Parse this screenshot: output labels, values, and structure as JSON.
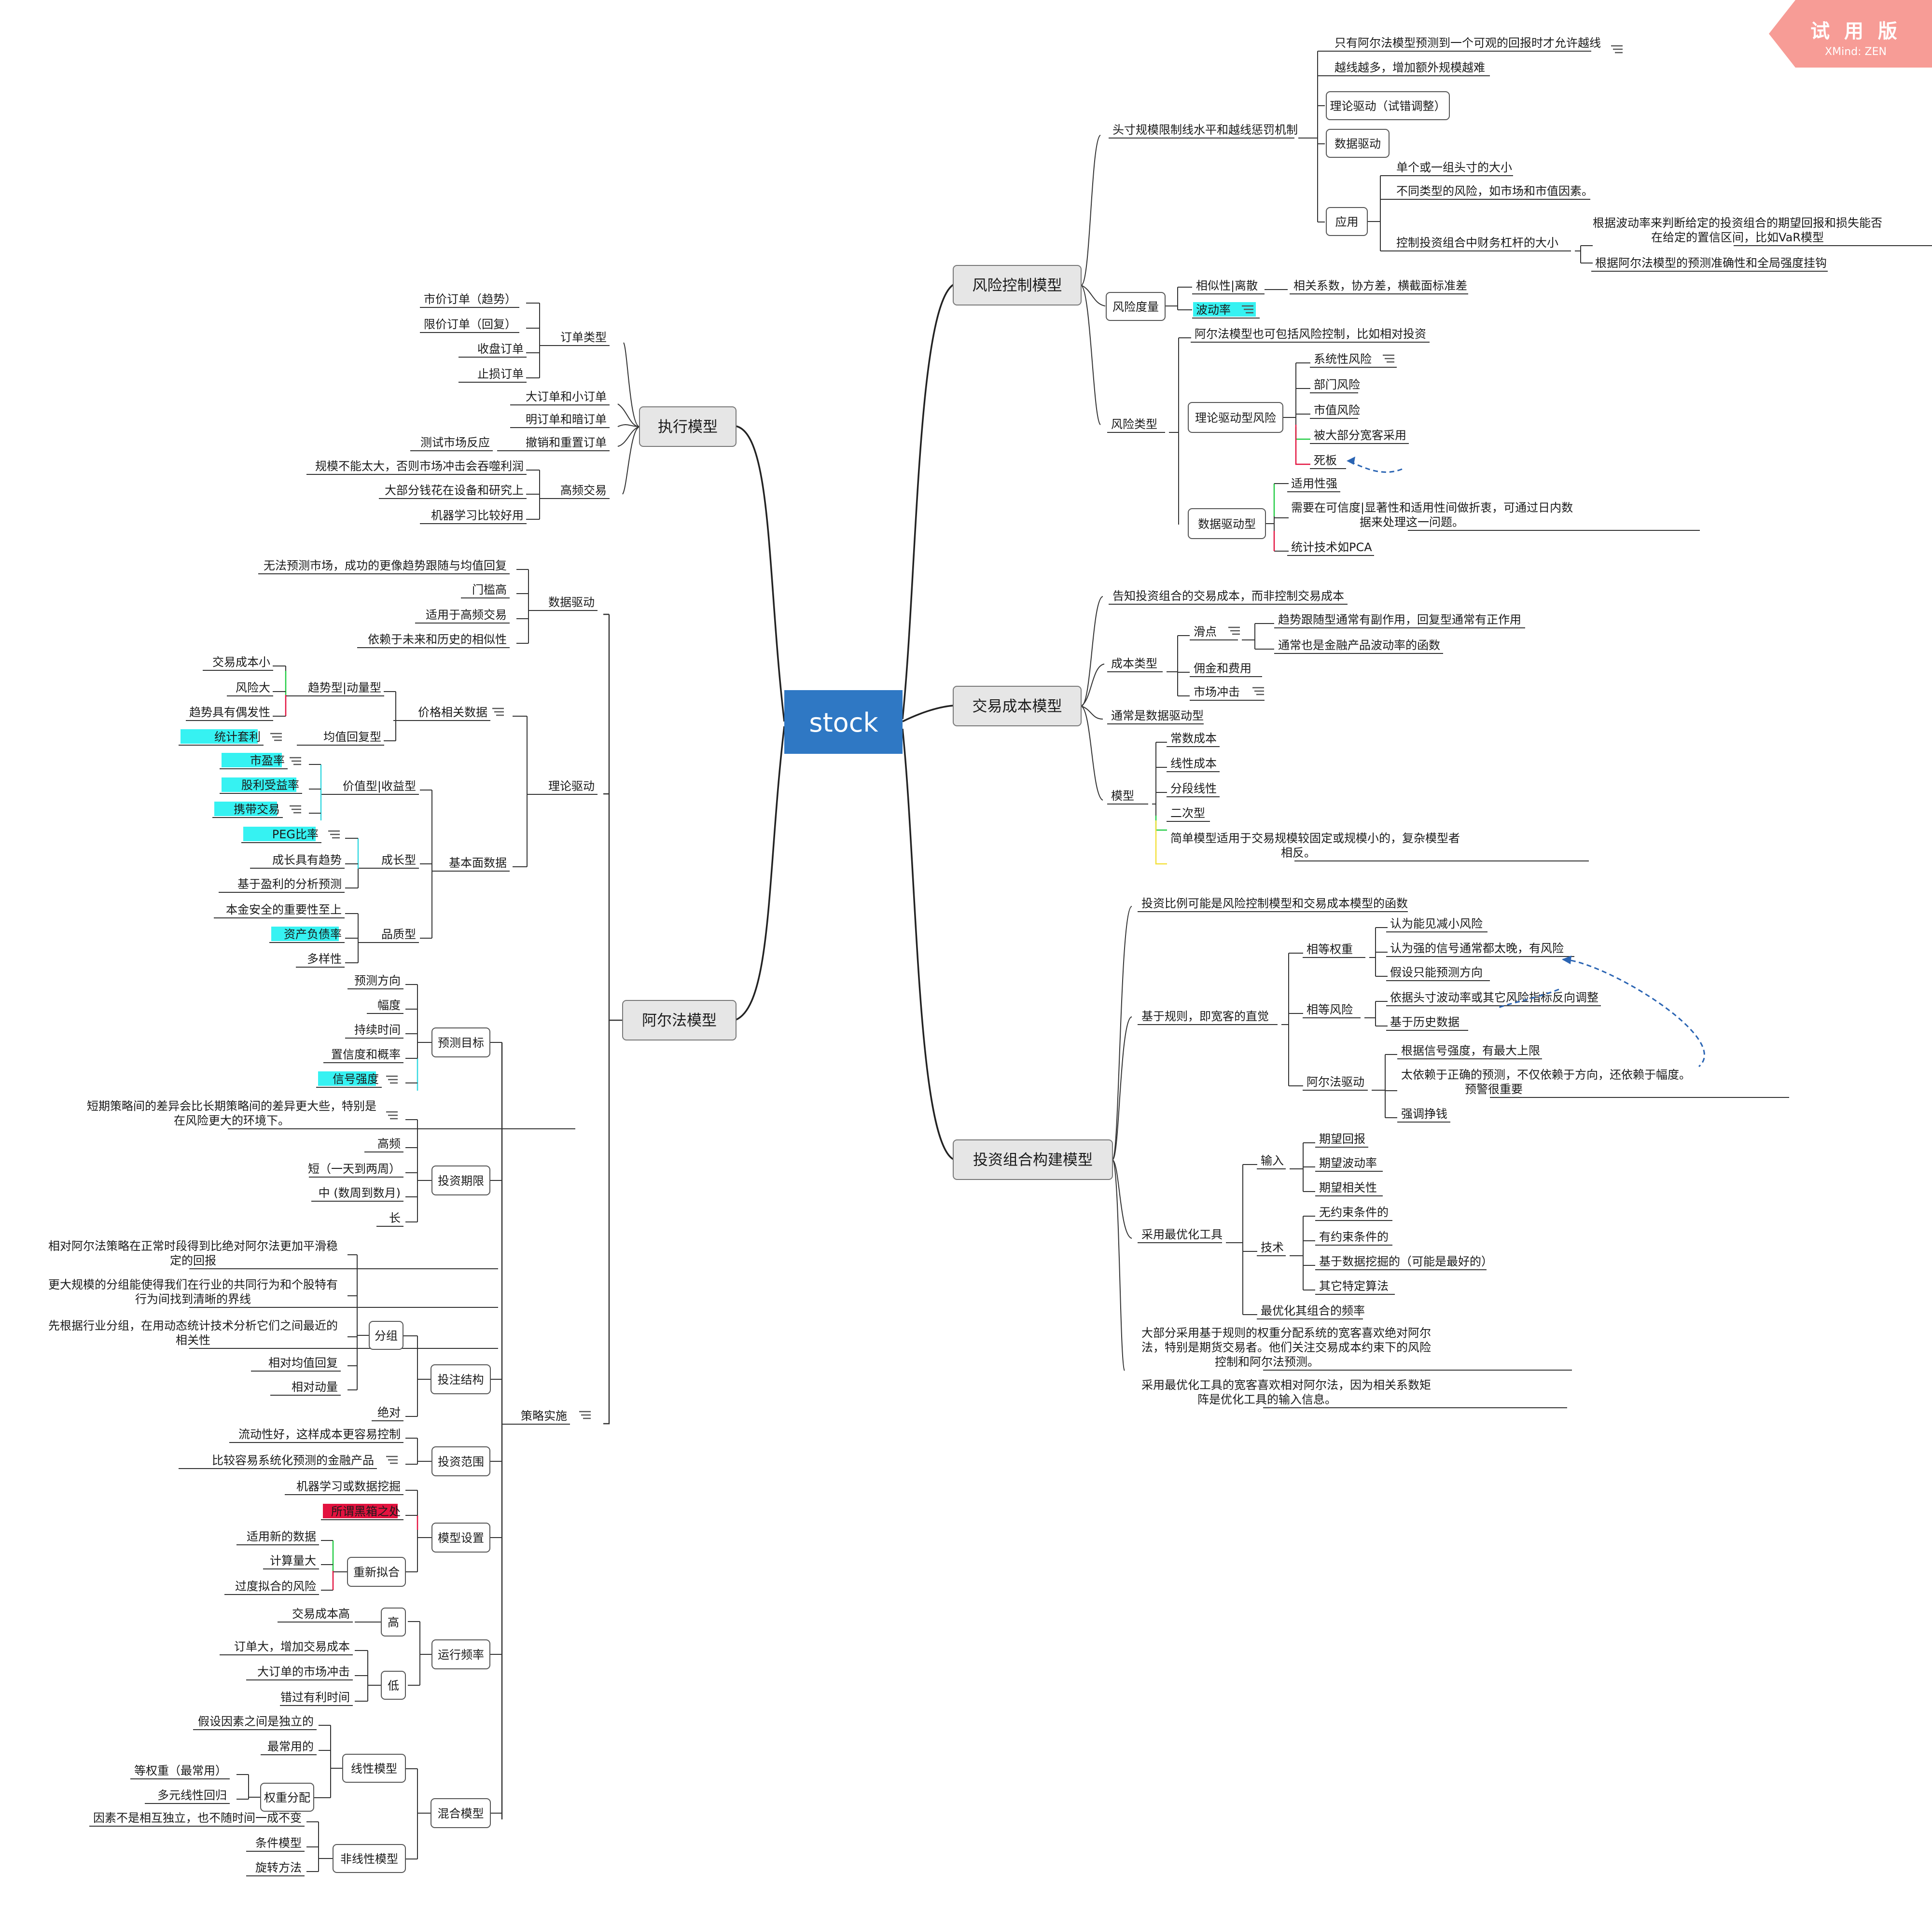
{
  "watermark": {
    "title": "试 用 版",
    "subtitle": "XMind: ZEN"
  },
  "colors": {
    "root": "#2f78c4",
    "highlight": "#36f2f2",
    "alert": "#e3123f",
    "branch": "#e6e6e6"
  },
  "nodes": {
    "root": "stock",
    "risk": "风险控制模型",
    "risk_limit": "头寸规模限制线水平和越线惩罚机制",
    "risk_limit_1": "只有阿尔法模型预测到一个可观的回报时才允许越线",
    "risk_limit_2": "越线越多，增加额外规模越难",
    "risk_limit_3": "理论驱动（试错调整）",
    "risk_limit_4": "数据驱动",
    "risk_apply": "应用",
    "risk_apply_1": "单个或一组头寸的大小",
    "risk_apply_2": "不同类型的风险，如市场和市值因素。",
    "risk_apply_3": "控制投资组合中财务杠杆的大小",
    "risk_apply_3a1": "根据波动率来判断给定的投资组合的期望回报和损失能否",
    "risk_apply_3a2": "在给定的置信区间，比如VaR模型",
    "risk_apply_3b": "根据阿尔法模型的预测准确性和全局强度挂钩",
    "risk_measure": "风险度量",
    "risk_measure_1": "相似性|离散",
    "risk_measure_1a": "相关系数，协方差，横截面标准差",
    "risk_measure_2": "波动率",
    "risk_type": "风险类型",
    "risk_type_0": "阿尔法模型也可包括风险控制，比如相对投资",
    "risk_theory": "理论驱动型风险",
    "risk_theory_1": "系统性风险",
    "risk_theory_2": "部门风险",
    "risk_theory_3": "市值风险",
    "risk_theory_4": "被大部分宽客采用",
    "risk_theory_5": "死板",
    "risk_data": "数据驱动型",
    "risk_data_1": "适用性强",
    "risk_data_2a": "需要在可信度|显著性和适用性间做折衷，可通过日内数",
    "risk_data_2b": "据来处理这一问题。",
    "risk_data_3": "统计技术如PCA",
    "tc": "交易成本模型",
    "tc_1": "告知投资组合的交易成本，而非控制交易成本",
    "tc_type": "成本类型",
    "tc_slip": "滑点",
    "tc_slip_1": "趋势跟随型通常有副作用，回复型通常有正作用",
    "tc_slip_2": "通常也是金融产品波动率的函数",
    "tc_fee": "佣金和费用",
    "tc_impact": "市场冲击",
    "tc_data": "通常是数据驱动型",
    "tc_model": "模型",
    "tc_model_1": "常数成本",
    "tc_model_2": "线性成本",
    "tc_model_3": "分段线性",
    "tc_model_4": "二次型",
    "tc_model_5a": "简单模型适用于交易规模较固定或规模小的，复杂模型者",
    "tc_model_5b": "相反。",
    "pc": "投资组合构建模型",
    "pc_1": "投资比例可能是风险控制模型和交易成本模型的函数",
    "pc_rule": "基于规则，即宽客的直觉",
    "pc_eqw": "相等权重",
    "pc_eqw_1": "认为能见减小风险",
    "pc_eqw_2": "认为强的信号通常都太晚，有风险",
    "pc_eqw_3": "假设只能预测方向",
    "pc_eqr": "相等风险",
    "pc_eqr_1": "依据头寸波动率或其它风险指标反向调整",
    "pc_eqr_2": "基于历史数据",
    "pc_alpha": "阿尔法驱动",
    "pc_alpha_1": "根据信号强度，有最大上限",
    "pc_alpha_2a": "太依赖于正确的预测，不仅依赖于方向，还依赖于幅度。",
    "pc_alpha_2b": "预警很重要",
    "pc_alpha_3": "强调挣钱",
    "pc_opt": "采用最优化工具",
    "pc_in": "输入",
    "pc_in_1": "期望回报",
    "pc_in_2": "期望波动率",
    "pc_in_3": "期望相关性",
    "pc_tech": "技术",
    "pc_tech_1": "无约束条件的",
    "pc_tech_2": "有约束条件的",
    "pc_tech_3": "基于数据挖掘的（可能是最好的）",
    "pc_tech_4": "其它特定算法",
    "pc_opt_f": "最优化其组合的频率",
    "pc_n1a": "大部分采用基于规则的权重分配系统的宽客喜欢绝对阿尔",
    "pc_n1b": "法，特别是期货交易者。他们关注交易成本约束下的风险",
    "pc_n1c": "控制和阿尔法预测。",
    "pc_n2a": "采用最优化工具的宽客喜欢相对阿尔法，因为相关系数矩",
    "pc_n2b": "阵是优化工具的输入信息。",
    "exec": "执行模型",
    "ex_order": "订单类型",
    "ex_order_1": "市价订单（趋势）",
    "ex_order_2": "限价订单（回复）",
    "ex_order_3": "收盘订单",
    "ex_order_4": "止损订单",
    "ex_2": "大订单和小订单",
    "ex_3": "明订单和暗订单",
    "ex_4": "撤销和重置订单",
    "ex_4a": "测试市场反应",
    "ex_hf": "高频交易",
    "ex_hf_1": "规模不能太大，否则市场冲击会吞噬利润",
    "ex_hf_2": "大部分钱花在设备和研究上",
    "ex_hf_3": "机器学习比较好用",
    "alpha": "阿尔法模型",
    "al_data": "数据驱动",
    "al_data_1": "无法预测市场，成功的更像趋势跟随与均值回复",
    "al_data_2": "门槛高",
    "al_data_3": "适用于高频交易",
    "al_data_4": "依赖于未来和历史的相似性",
    "al_theory": "理论驱动",
    "al_price": "价格相关数据",
    "al_trend": "趋势型|动量型",
    "al_trend_1": "交易成本小",
    "al_trend_2": "风险大",
    "al_trend_3": "趋势具有偶发性",
    "al_mean": "均值回复型",
    "al_mean_1": "统计套利",
    "al_fund": "基本面数据",
    "al_value": "价值型|收益型",
    "al_value_1": "市盈率",
    "al_value_2": "股利受益率",
    "al_value_3": "携带交易",
    "al_growth": "成长型",
    "al_growth_1": "PEG比率",
    "al_growth_2": "成长具有趋势",
    "al_growth_3": "基于盈利的分析预测",
    "al_quality": "品质型",
    "al_quality_1": "本金安全的重要性至上",
    "al_quality_2": "资产负债率",
    "al_quality_3": "多样性",
    "al_strat": "策略实施",
    "st_goal": "预测目标",
    "st_goal_1": "预测方向",
    "st_goal_2": "幅度",
    "st_goal_3": "持续时间",
    "st_goal_4": "置信度和概率",
    "st_goal_5": "信号强度",
    "st_horizon": "投资期限",
    "st_h_0a": "短期策略间的差异会比长期策略间的差异更大些，特别是",
    "st_h_0b": "在风险更大的环境下。",
    "st_h_1": "高频",
    "st_h_2": "短（一天到两周）",
    "st_h_3": "中 (数周到数月)",
    "st_h_4": "长",
    "st_struct": "投注结构",
    "st_group": "分组",
    "st_g_1a": "相对阿尔法策略在正常时段得到比绝对阿尔法更加平滑稳",
    "st_g_1b": "定的回报",
    "st_g_2a": "更大规模的分组能使得我们在行业的共同行为和个股特有",
    "st_g_2b": "行为间找到清晰的界线",
    "st_g_3a": "先根据行业分组，在用动态统计技术分析它们之间最近的",
    "st_g_3b": "相关性",
    "st_g_4": "相对均值回复",
    "st_g_5": "相对动量",
    "st_s_abs": "绝对",
    "st_scope": "投资范围",
    "st_scope_1": "流动性好，这样成本更容易控制",
    "st_scope_2": "比较容易系统化预测的金融产品",
    "st_model": "模型设置",
    "st_m_1": "机器学习或数据挖掘",
    "st_m_2": "所谓黑箱之处",
    "st_refit": "重新拟合",
    "st_refit_1": "适用新的数据",
    "st_refit_2": "计算量大",
    "st_refit_3": "过度拟合的风险",
    "st_freq": "运行频率",
    "st_high": "高",
    "st_high_1": "交易成本高",
    "st_low": "低",
    "st_low_1": "订单大，增加交易成本",
    "st_low_2": "大订单的市场冲击",
    "st_low_3": "错过有利时间",
    "st_mix": "混合模型",
    "st_lin": "线性模型",
    "st_lin_1": "假设因素之间是独立的",
    "st_lin_2": "最常用的",
    "st_wt": "权重分配",
    "st_wt_1": "等权重（最常用）",
    "st_wt_2": "多元线性回归",
    "st_nl": "非线性模型",
    "st_nl_1": "因素不是相互独立，也不随时间一成不变",
    "st_nl_2": "条件模型",
    "st_nl_3": "旋转方法"
  },
  "note_icons": [
    "note-icon",
    "note-icon",
    "note-icon",
    "note-icon",
    "note-icon",
    "note-icon",
    "note-icon",
    "note-icon",
    "note-icon",
    "note-icon",
    "note-icon",
    "note-icon",
    "note-icon",
    "note-icon",
    "note-icon",
    "note-icon",
    "note-icon"
  ]
}
